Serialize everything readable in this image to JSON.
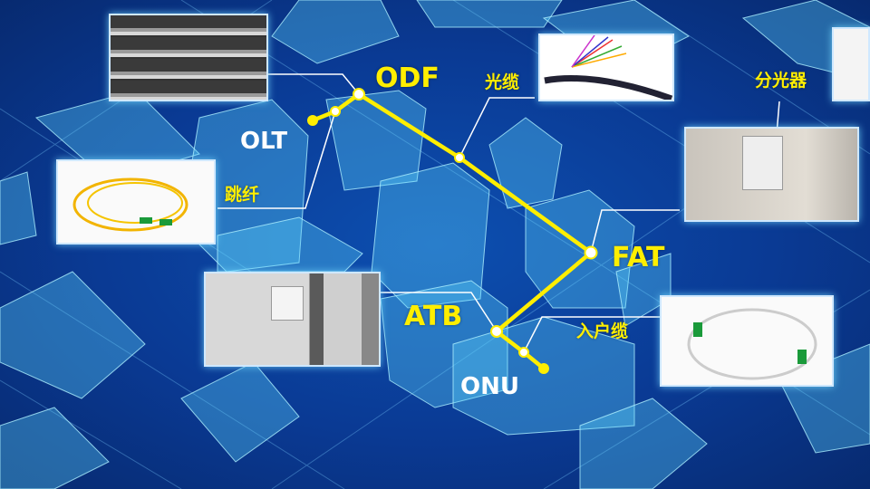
{
  "nodes": {
    "odf": "ODF",
    "olt": "OLT",
    "patch_cord": "跳纤",
    "fiber_cable": "光缆",
    "splitter": "分光器",
    "fat": "FAT",
    "atb": "ATB",
    "drop_cable": "入户缆",
    "onu": "ONU"
  },
  "colors": {
    "path": "#ffee00",
    "leader": "#ffffff",
    "building": "#5fd8ff"
  }
}
